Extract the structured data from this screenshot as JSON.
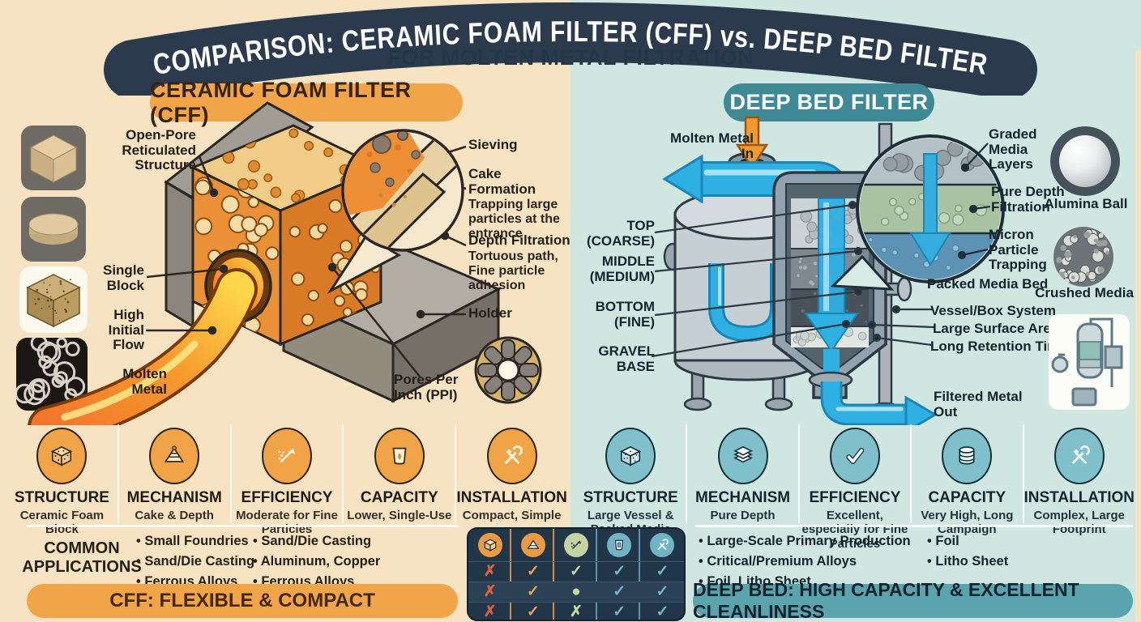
{
  "banner": {
    "title": "COMPARISON: CERAMIC FOAM FILTER (CFF) vs. DEEP BED FILTER",
    "subtitle": "FOR MOLTEN METAL FILTRATION"
  },
  "colors": {
    "navy": "#2b3b4d",
    "cream_bg": "#f7e3c1",
    "teal_bg": "#cfe7e0",
    "orange_accent": "#f2a548",
    "teal_accent": "#3f8996",
    "teal_banner": "#5ba3ad",
    "mark_red": "#e0603a",
    "mark_orange": "#eda057",
    "mark_green": "#c6d8a6",
    "mark_teal": "#74b7cd"
  },
  "cff": {
    "title": "CERAMIC FOAM FILTER (CFF)",
    "banner_label": "CFF: FLEXIBLE & COMPACT",
    "callouts": {
      "open_pore": "Open-Pore Reticulated Structure",
      "single_block": "Single Block",
      "high_flow": "High Initial Flow",
      "molten_metal": "Molten Metal",
      "sieving": "Sieving",
      "cake_title": "Cake Formation",
      "cake_desc": "Trapping large particles at the entrance",
      "depth_title": "Depth Filtration",
      "depth_desc": "Tortuous path, Fine particle adhesion",
      "holder": "Holder",
      "ppi": "Pores Per Inch (PPI)"
    },
    "stats": [
      {
        "label": "STRUCTURE",
        "value": "Ceramic Foam Block",
        "icon": "foam-cube-icon"
      },
      {
        "label": "MECHANISM",
        "value": "Cake & Depth",
        "icon": "cake-slice-icon"
      },
      {
        "label": "EFFICIENCY",
        "value": "Moderate for Fine Particles",
        "icon": "particles-arrow-icon"
      },
      {
        "label": "CAPACITY",
        "value": "Lower, Single-Use",
        "icon": "crucible-icon"
      },
      {
        "label": "INSTALLATION",
        "value": "Compact, Simple",
        "icon": "tools-icon"
      }
    ],
    "apps_heading": "COMMON APPLICATIONS",
    "apps_col1": [
      "Small Foundries",
      "Sand/Die Casting",
      "Ferrous Alloys"
    ],
    "apps_col2": [
      "Sand/Die Casting",
      "Aluminum, Copper",
      "Ferrous Alloys"
    ]
  },
  "deep": {
    "title": "DEEP BED FILTER",
    "banner_label": "DEEP BED: HIGH CAPACITY & EXCELLENT CLEANLINESS",
    "callouts": {
      "molten_in": "Molten Metal In",
      "top": "TOP (COARSE)",
      "middle": "MIDDLE (MEDIUM)",
      "bottom": "BOTTOM (FINE)",
      "gravel": "GRAVEL BASE",
      "graded": "Graded Media Layers",
      "pure_depth": "Pure Depth Filtration",
      "micron": "Micron Particle Trapping",
      "packed": "Packed Media Bed",
      "vessel_box": "Vessel/Box System",
      "surface": "Large Surface Area",
      "retention": "Long Retention Time",
      "filtered_out": "Filtered Metal Out",
      "alumina": "Alumina Ball",
      "crushed": "Crushed Media"
    },
    "stats": [
      {
        "label": "STRUCTURE",
        "value": "Large Vessel & Packed Media",
        "icon": "packed-cube-icon"
      },
      {
        "label": "MECHANISM",
        "value": "Pure Depth",
        "icon": "layers-icon"
      },
      {
        "label": "EFFICIENCY",
        "value": "Excellent, especially for Fine Particles",
        "icon": "checkmark-icon"
      },
      {
        "label": "CAPACITY",
        "value": "Very High, Long Campaign",
        "icon": "cylinder-stack-icon"
      },
      {
        "label": "INSTALLATION",
        "value": "Complex, Large Footprint",
        "icon": "tools-icon"
      }
    ],
    "apps_col1": [
      "Large-Scale Primary Production",
      "Critical/Premium Alloys",
      "Foil, Litho Sheet"
    ],
    "apps_col2": [
      "Foil",
      "Litho Sheet"
    ]
  },
  "matrix": {
    "column_icons": [
      "foam-cube-icon",
      "cake-slice-icon",
      "particles-arrow-icon",
      "crucible-icon",
      "tools-icon"
    ],
    "rows": [
      [
        "✗",
        "✓",
        "✓",
        "✓",
        "✓"
      ],
      [
        "✗",
        "✓",
        "●",
        "✓",
        "✓"
      ],
      [
        "✗",
        "✓",
        "✗",
        "✓",
        "✓"
      ]
    ]
  }
}
